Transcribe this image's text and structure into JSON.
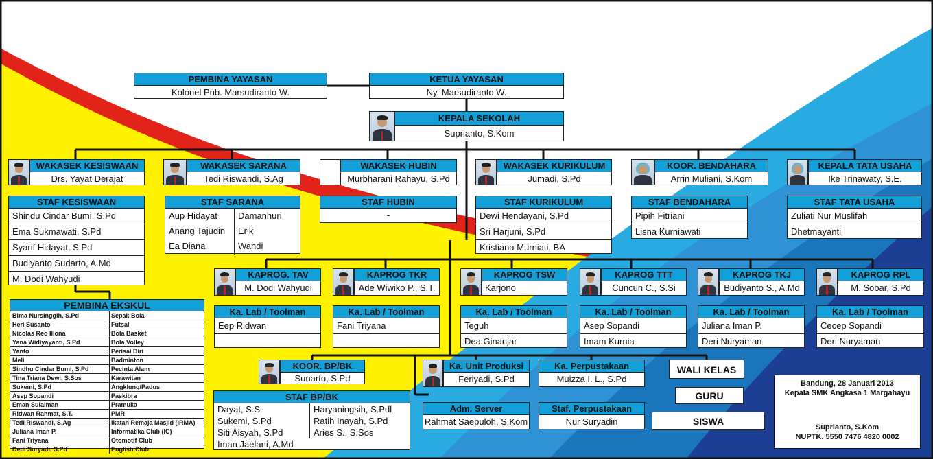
{
  "pembina_yayasan": {
    "title": "PEMBINA YAYASAN",
    "name": "Kolonel Pnb. Marsudiranto W."
  },
  "ketua_yayasan": {
    "title": "KETUA YAYASAN",
    "name": "Ny. Marsudiranto W."
  },
  "kepala_sekolah": {
    "title": "KEPALA SEKOLAH",
    "name": "Suprianto, S.Kom"
  },
  "wakasek": [
    {
      "title": "WAKASEK KESISWAAN",
      "name": "Drs. Yayat Derajat"
    },
    {
      "title": "WAKASEK SARANA",
      "name": "Tedi Riswandi, S.Ag"
    },
    {
      "title": "WAKASEK HUBIN",
      "name": "Murbharani Rahayu, S.Pd"
    },
    {
      "title": "WAKASEK KURIKULUM",
      "name": "Jumadi, S.Pd"
    },
    {
      "title": "KOOR. BENDAHARA",
      "name": "Arrin Muliani, S.Kom"
    },
    {
      "title": "KEPALA TATA USAHA",
      "name": "Ike Trinawaty, S.E."
    }
  ],
  "staf_kesiswaan": {
    "title": "STAF KESISWAAN",
    "items": [
      "Shindu Cindar Bumi, S.Pd",
      "Ema Sukmawati, S.Pd",
      "Syarif Hidayat, S.Pd",
      "Budiyanto Sudarto, A.Md",
      "M. Dodi Wahyudi"
    ]
  },
  "staf_sarana": {
    "title": "STAF SARANA",
    "left": [
      "Aup Hidayat",
      "Anang Tajudin",
      "Ea Diana"
    ],
    "right": [
      "Damanhuri",
      "Erik",
      "Wandi"
    ]
  },
  "staf_hubin": {
    "title": "STAF HUBIN",
    "items": [
      "-"
    ]
  },
  "staf_kurikulum": {
    "title": "STAF KURIKULUM",
    "items": [
      "Dewi Hendayani, S.Pd",
      "Sri Harjuni, S.Pd",
      "Kristiana Murniati, BA"
    ]
  },
  "staf_bendahara": {
    "title": "STAF BENDAHARA",
    "items": [
      "Pipih Fitriani",
      "Lisna Kurniawati"
    ]
  },
  "staf_tata_usaha": {
    "title": "STAF TATA USAHA",
    "items": [
      "Zuliati Nur Muslifah",
      "Dhetmayanti"
    ]
  },
  "kaprog": [
    {
      "title": "KAPROG. TAV",
      "name": "M. Dodi Wahyudi",
      "lab_title": "Ka. Lab / Toolman",
      "lab": [
        "Eep Ridwan",
        ""
      ]
    },
    {
      "title": "KAPROG TKR",
      "name": "Ade Wiwiko P., S.T.",
      "lab_title": "Ka. Lab / Toolman",
      "lab": [
        "Fani Triyana",
        ""
      ]
    },
    {
      "title": "KAPROG TSW",
      "name": "Karjono",
      "lab_title": "Ka. Lab / Toolman",
      "lab": [
        "Teguh",
        "Dea Ginanjar"
      ]
    },
    {
      "title": "KAPROG TTT",
      "name": "Cuncun C., S.Si",
      "lab_title": "Ka. Lab / Toolman",
      "lab": [
        "Asep Sopandi",
        "Imam Kurnia"
      ]
    },
    {
      "title": "KAPROG TKJ",
      "name": "Budiyanto S., A.Md",
      "lab_title": "Ka. Lab / Toolman",
      "lab": [
        "Juliana Iman P.",
        "Deri Nuryaman"
      ]
    },
    {
      "title": "KAPROG RPL",
      "name": "M. Sobar, S.Pd",
      "lab_title": "Ka. Lab / Toolman",
      "lab": [
        "Cecep Sopandi",
        "Deri Nuryaman"
      ]
    }
  ],
  "pembina_ekskul": {
    "title": "PEMBINA EKSKUL",
    "rows": [
      [
        "Bima Nursinggih, S.Pd",
        "Sepak Bola"
      ],
      [
        "Heri Susanto",
        "Futsal"
      ],
      [
        "Nicolas Reo Iliona",
        "Bola Basket"
      ],
      [
        "Yana Widiyayanti, S.Pd",
        "Bola Volley"
      ],
      [
        "Yanto",
        "Perisai Diri"
      ],
      [
        "Meli",
        "Badminton"
      ],
      [
        "Sindhu Cindar Bumi, S.Pd",
        "Pecinta Alam"
      ],
      [
        "Tina Triana Dewi, S.Sos",
        "Karawitan"
      ],
      [
        "Sukemi, S.Pd",
        "Angklung/Padus"
      ],
      [
        "Asep Sopandi",
        "Paskibra"
      ],
      [
        "Eman Sulaiman",
        "Pramuka"
      ],
      [
        "Ridwan Rahmat, S.T.",
        "PMR"
      ],
      [
        "Tedi Riswandi, S.Ag",
        "Ikatan Remaja Masjid (IRMA)"
      ],
      [
        "Juliana Iman P.",
        "Informatika Club (IC)"
      ],
      [
        "Fani Triyana",
        "Otomotif Club"
      ],
      [
        "Dedi Suryadi, S.Pd",
        "English Club"
      ]
    ]
  },
  "koor_bpbk": {
    "title": "KOOR. BP/BK",
    "name": "Sunarto, S.Pd"
  },
  "staf_bpbk": {
    "title": "STAF BP/BK",
    "left": [
      "Dayat, S.S",
      "Sukemi, S.Pd",
      "Siti Aisyah, S.Pd",
      "Iman Jaelani, A.Md"
    ],
    "right": [
      "Haryaningsih, S.Pdl",
      "Ratih Inayah, S.Pd",
      "Aries S., S.Sos",
      ""
    ]
  },
  "unit_produksi": {
    "title": "Ka. Unit Produksi",
    "name": "Feriyadi, S.Pd"
  },
  "adm_server": {
    "title": "Adm. Server",
    "name": "Rahmat Saepuloh, S.Kom"
  },
  "perpustakaan": {
    "title": "Ka. Perpustakaan",
    "name": "Muizza I. L., S.Pd"
  },
  "staf_perpustakaan": {
    "title": "Staf. Perpustakaan",
    "name": "Nur Suryadin"
  },
  "wali_kelas": "WALI KELAS",
  "guru": "GURU",
  "siswa": "SISWA",
  "signature": {
    "line1": "Bandung, 28 Januari 2013",
    "line2": "Kepala SMK Angkasa 1 Margahayu",
    "name": "Suprianto, S.Kom",
    "nuptk": "NUPTK. 5550 7476 4820 0002"
  },
  "colors": {
    "header": "#13a0d8",
    "yellow": "#fff200",
    "red": "#e2231a",
    "light_blue": "#29abe2",
    "mid_blue": "#1b75bb",
    "dark_blue": "#1c3f94"
  }
}
